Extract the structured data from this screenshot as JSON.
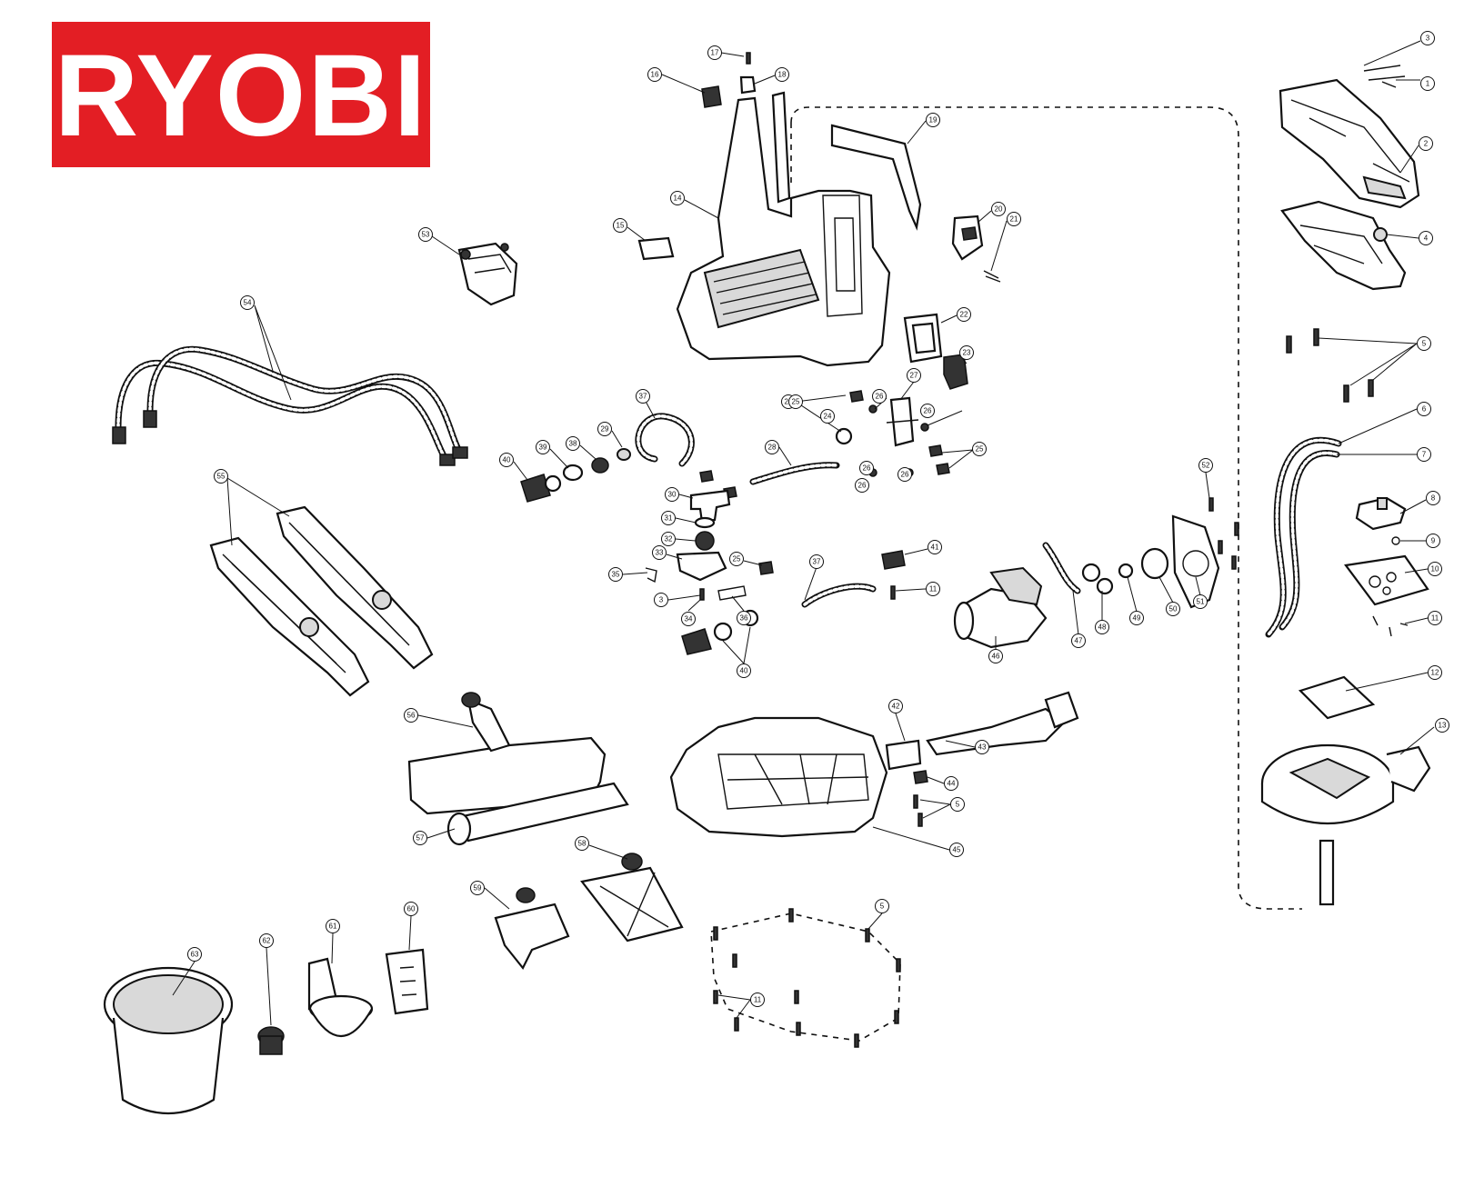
{
  "brand": {
    "logo_text": "RYOBI",
    "logo_color": "#e31e24"
  },
  "callout_numbers": [
    "1",
    "2",
    "3",
    "4",
    "5",
    "6",
    "7",
    "8",
    "9",
    "10",
    "11",
    "12",
    "13",
    "14",
    "15",
    "16",
    "17",
    "18",
    "19",
    "20",
    "21",
    "22",
    "23",
    "24",
    "25",
    "26",
    "27",
    "28",
    "29",
    "30",
    "31",
    "32",
    "33",
    "34",
    "35",
    "36",
    "37",
    "38",
    "39",
    "40",
    "41",
    "42",
    "43",
    "44",
    "45",
    "46",
    "47",
    "48",
    "49",
    "50",
    "51",
    "52",
    "53",
    "54",
    "55",
    "56",
    "57",
    "58",
    "59",
    "60",
    "61",
    "62",
    "63"
  ],
  "callouts": [
    {
      "n": "3"
    },
    {
      "n": "1"
    },
    {
      "n": "2"
    },
    {
      "n": "4"
    },
    {
      "n": "5"
    },
    {
      "n": "6"
    },
    {
      "n": "7"
    },
    {
      "n": "8"
    },
    {
      "n": "9"
    },
    {
      "n": "10"
    },
    {
      "n": "11"
    },
    {
      "n": "12"
    },
    {
      "n": "13"
    },
    {
      "n": "17"
    },
    {
      "n": "16"
    },
    {
      "n": "18"
    },
    {
      "n": "19"
    },
    {
      "n": "14"
    },
    {
      "n": "15"
    },
    {
      "n": "20"
    },
    {
      "n": "21"
    },
    {
      "n": "22"
    },
    {
      "n": "23"
    },
    {
      "n": "53"
    },
    {
      "n": "54"
    },
    {
      "n": "55"
    },
    {
      "n": "37"
    },
    {
      "n": "40"
    },
    {
      "n": "39"
    },
    {
      "n": "38"
    },
    {
      "n": "29"
    },
    {
      "n": "25"
    },
    {
      "n": "28"
    },
    {
      "n": "30"
    },
    {
      "n": "31"
    },
    {
      "n": "32"
    },
    {
      "n": "33"
    },
    {
      "n": "35"
    },
    {
      "n": "3"
    },
    {
      "n": "34"
    },
    {
      "n": "36"
    },
    {
      "n": "25"
    },
    {
      "n": "37"
    },
    {
      "n": "40"
    },
    {
      "n": "41"
    },
    {
      "n": "11"
    },
    {
      "n": "25"
    },
    {
      "n": "26"
    },
    {
      "n": "27"
    },
    {
      "n": "24"
    },
    {
      "n": "26"
    },
    {
      "n": "26"
    },
    {
      "n": "26"
    },
    {
      "n": "25"
    },
    {
      "n": "26"
    },
    {
      "n": "52"
    },
    {
      "n": "46"
    },
    {
      "n": "47"
    },
    {
      "n": "48"
    },
    {
      "n": "49"
    },
    {
      "n": "50"
    },
    {
      "n": "51"
    },
    {
      "n": "42"
    },
    {
      "n": "43"
    },
    {
      "n": "44"
    },
    {
      "n": "5"
    },
    {
      "n": "45"
    },
    {
      "n": "56"
    },
    {
      "n": "57"
    },
    {
      "n": "58"
    },
    {
      "n": "59"
    },
    {
      "n": "60"
    },
    {
      "n": "61"
    },
    {
      "n": "62"
    },
    {
      "n": "63"
    },
    {
      "n": "5"
    },
    {
      "n": "11"
    }
  ]
}
